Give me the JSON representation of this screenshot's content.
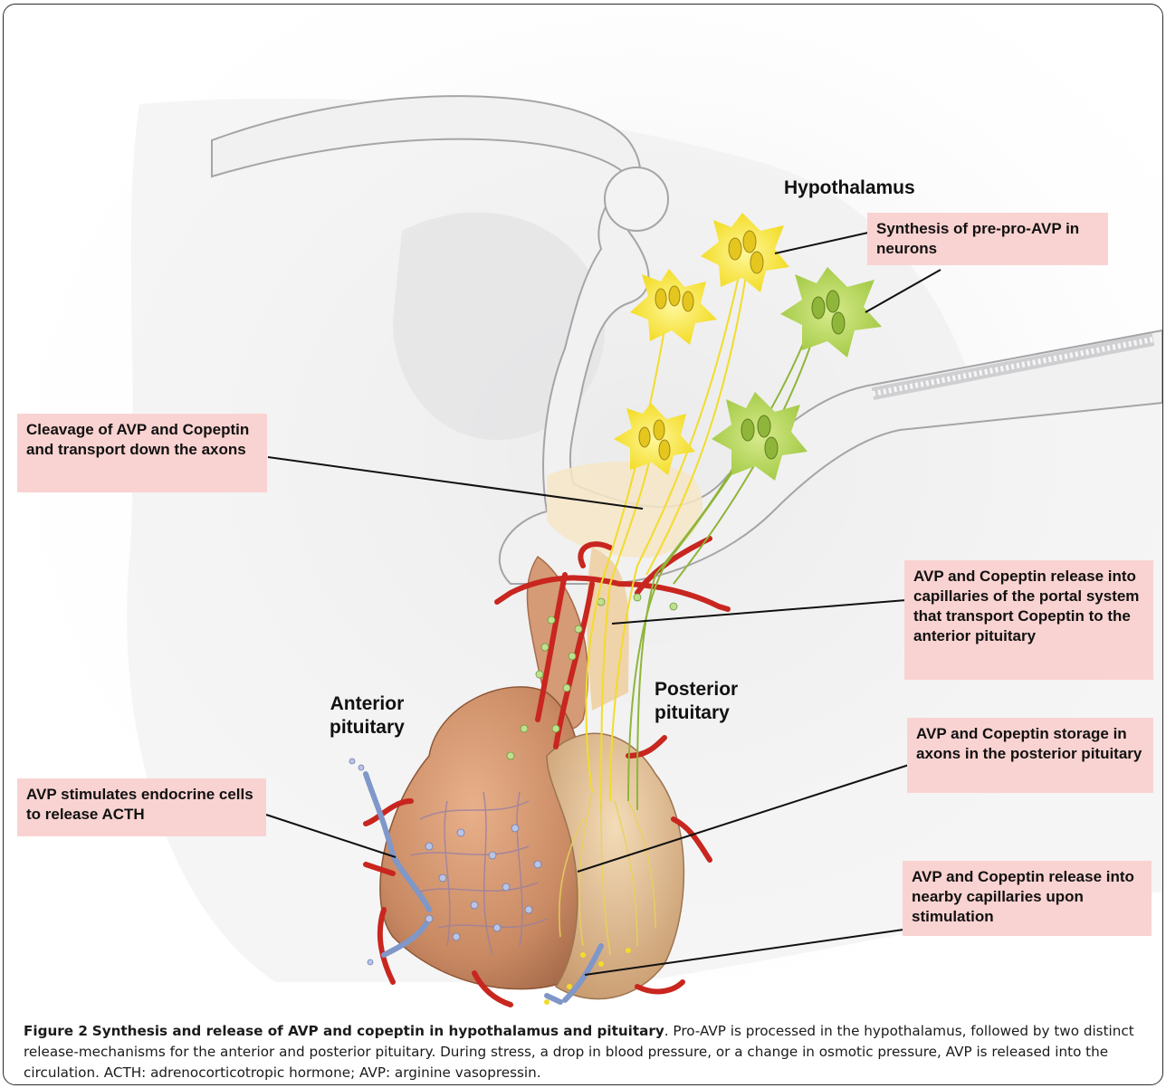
{
  "labels": {
    "hypothalamus": "Hypothalamus",
    "anterior_pituitary": "Anterior\npituitary",
    "posterior_pituitary": "Posterior\npituitary"
  },
  "callouts": {
    "synthesis": "Synthesis of pre-pro-AVP in neurons",
    "cleavage": "Cleavage of AVP and Copeptin and transport down the axons",
    "portal_release": "AVP and Copeptin release into capillaries of the portal system that transport Copeptin to the anterior pituitary",
    "storage": "AVP and Copeptin storage in axons in the posterior pituitary",
    "acth": "AVP stimulates endocrine cells to release ACTH",
    "nearby_release": "AVP and Copeptin release into nearby capillaries upon stimulation"
  },
  "caption": {
    "figure_number": "Figure 2",
    "title": "Synthesis and release of AVP and copeptin in hypothalamus and pituitary",
    "body": ". Pro-AVP is processed in the hypothalamus, followed by two distinct release-mechanisms for the anterior and posterior pituitary. During stress, a drop in blood pressure, or a change in osmotic pressure, AVP is released into the circulation. ACTH: adrenocorticotropic hormone; AVP: arginine vasopressin."
  },
  "colors": {
    "callout_fill": "#f9d3d1",
    "yellow_neuron": "#f4e12a",
    "green_neuron": "#9bc23a",
    "capillary_red": "#c8261f",
    "vein_blue": "#7f97c9",
    "pituitary_tissue": "#d59a72"
  }
}
